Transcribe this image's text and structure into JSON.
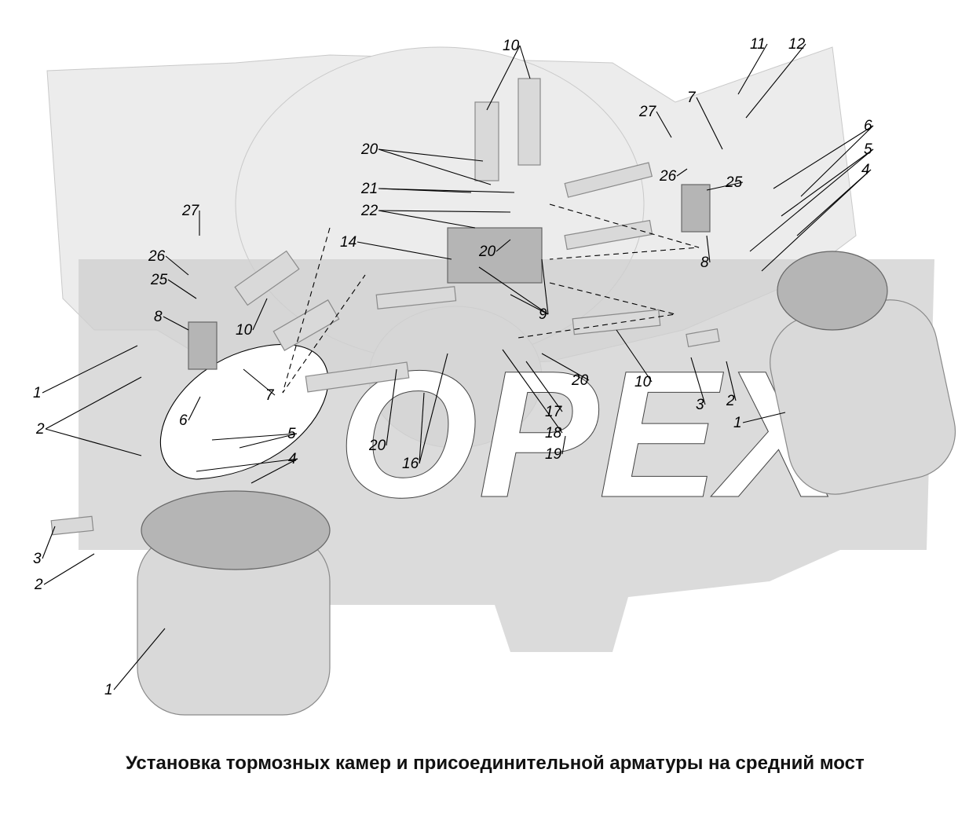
{
  "diagram": {
    "watermark": "ОРЕХ",
    "callouts": [
      "10",
      "11",
      "12",
      "7",
      "27",
      "6",
      "5",
      "4",
      "20",
      "21",
      "22",
      "25",
      "26",
      "27",
      "26",
      "25",
      "14",
      "20",
      "8",
      "8",
      "10",
      "9",
      "1",
      "2",
      "7",
      "6",
      "5",
      "4",
      "20",
      "10",
      "3",
      "2",
      "1",
      "17",
      "18",
      "19",
      "20",
      "16",
      "3",
      "2",
      "1"
    ]
  },
  "caption": "Установка тормозных камер и присоединительной арматуры на средний мост",
  "colors": {
    "watermark_gray": "#cfcfcf",
    "parts_gray": "#d9d9d9"
  }
}
